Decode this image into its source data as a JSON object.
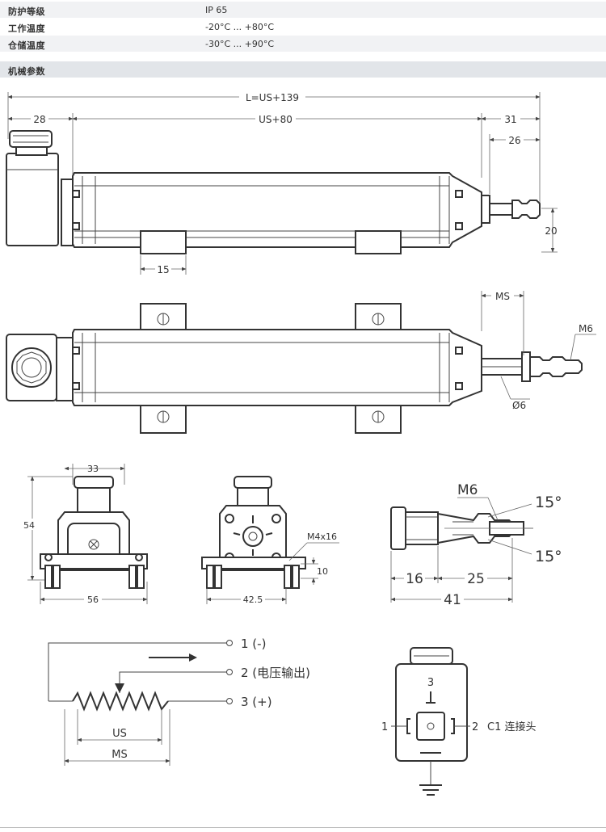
{
  "specs": [
    {
      "label": "防护等级",
      "value": "IP 65"
    },
    {
      "label": "工作温度",
      "value": "-20°C ... +80°C"
    },
    {
      "label": "仓储温度",
      "value": "-30°C ... +90°C"
    }
  ],
  "section_title": "机械参数",
  "dimensions": {
    "overall_length": "L=US+139",
    "left_offset": "28",
    "body_length": "US+80",
    "right_offset": "31",
    "rod_offset": "26",
    "height": "20",
    "bracket_width": "15",
    "ms": "MS",
    "m6_top": "M6",
    "rod_diameter": "Ø6",
    "front_width": "33",
    "front_height": "54",
    "front_base": "56",
    "rear_base": "42.5",
    "rear_screw": "M4x16",
    "rear_height": "10",
    "conn_m6": "M6",
    "angle_top": "15°",
    "angle_bottom": "15°",
    "conn_a": "16",
    "conn_b": "25",
    "conn_total": "41"
  },
  "circuit": {
    "pin1": "1 (-)",
    "pin2": "2 (电压输出)",
    "pin3": "3 (+)",
    "us": "US",
    "ms": "MS"
  },
  "connector": {
    "pin_top": "3",
    "pin_left": "1",
    "pin_right": "2",
    "label": "C1 连接头"
  }
}
